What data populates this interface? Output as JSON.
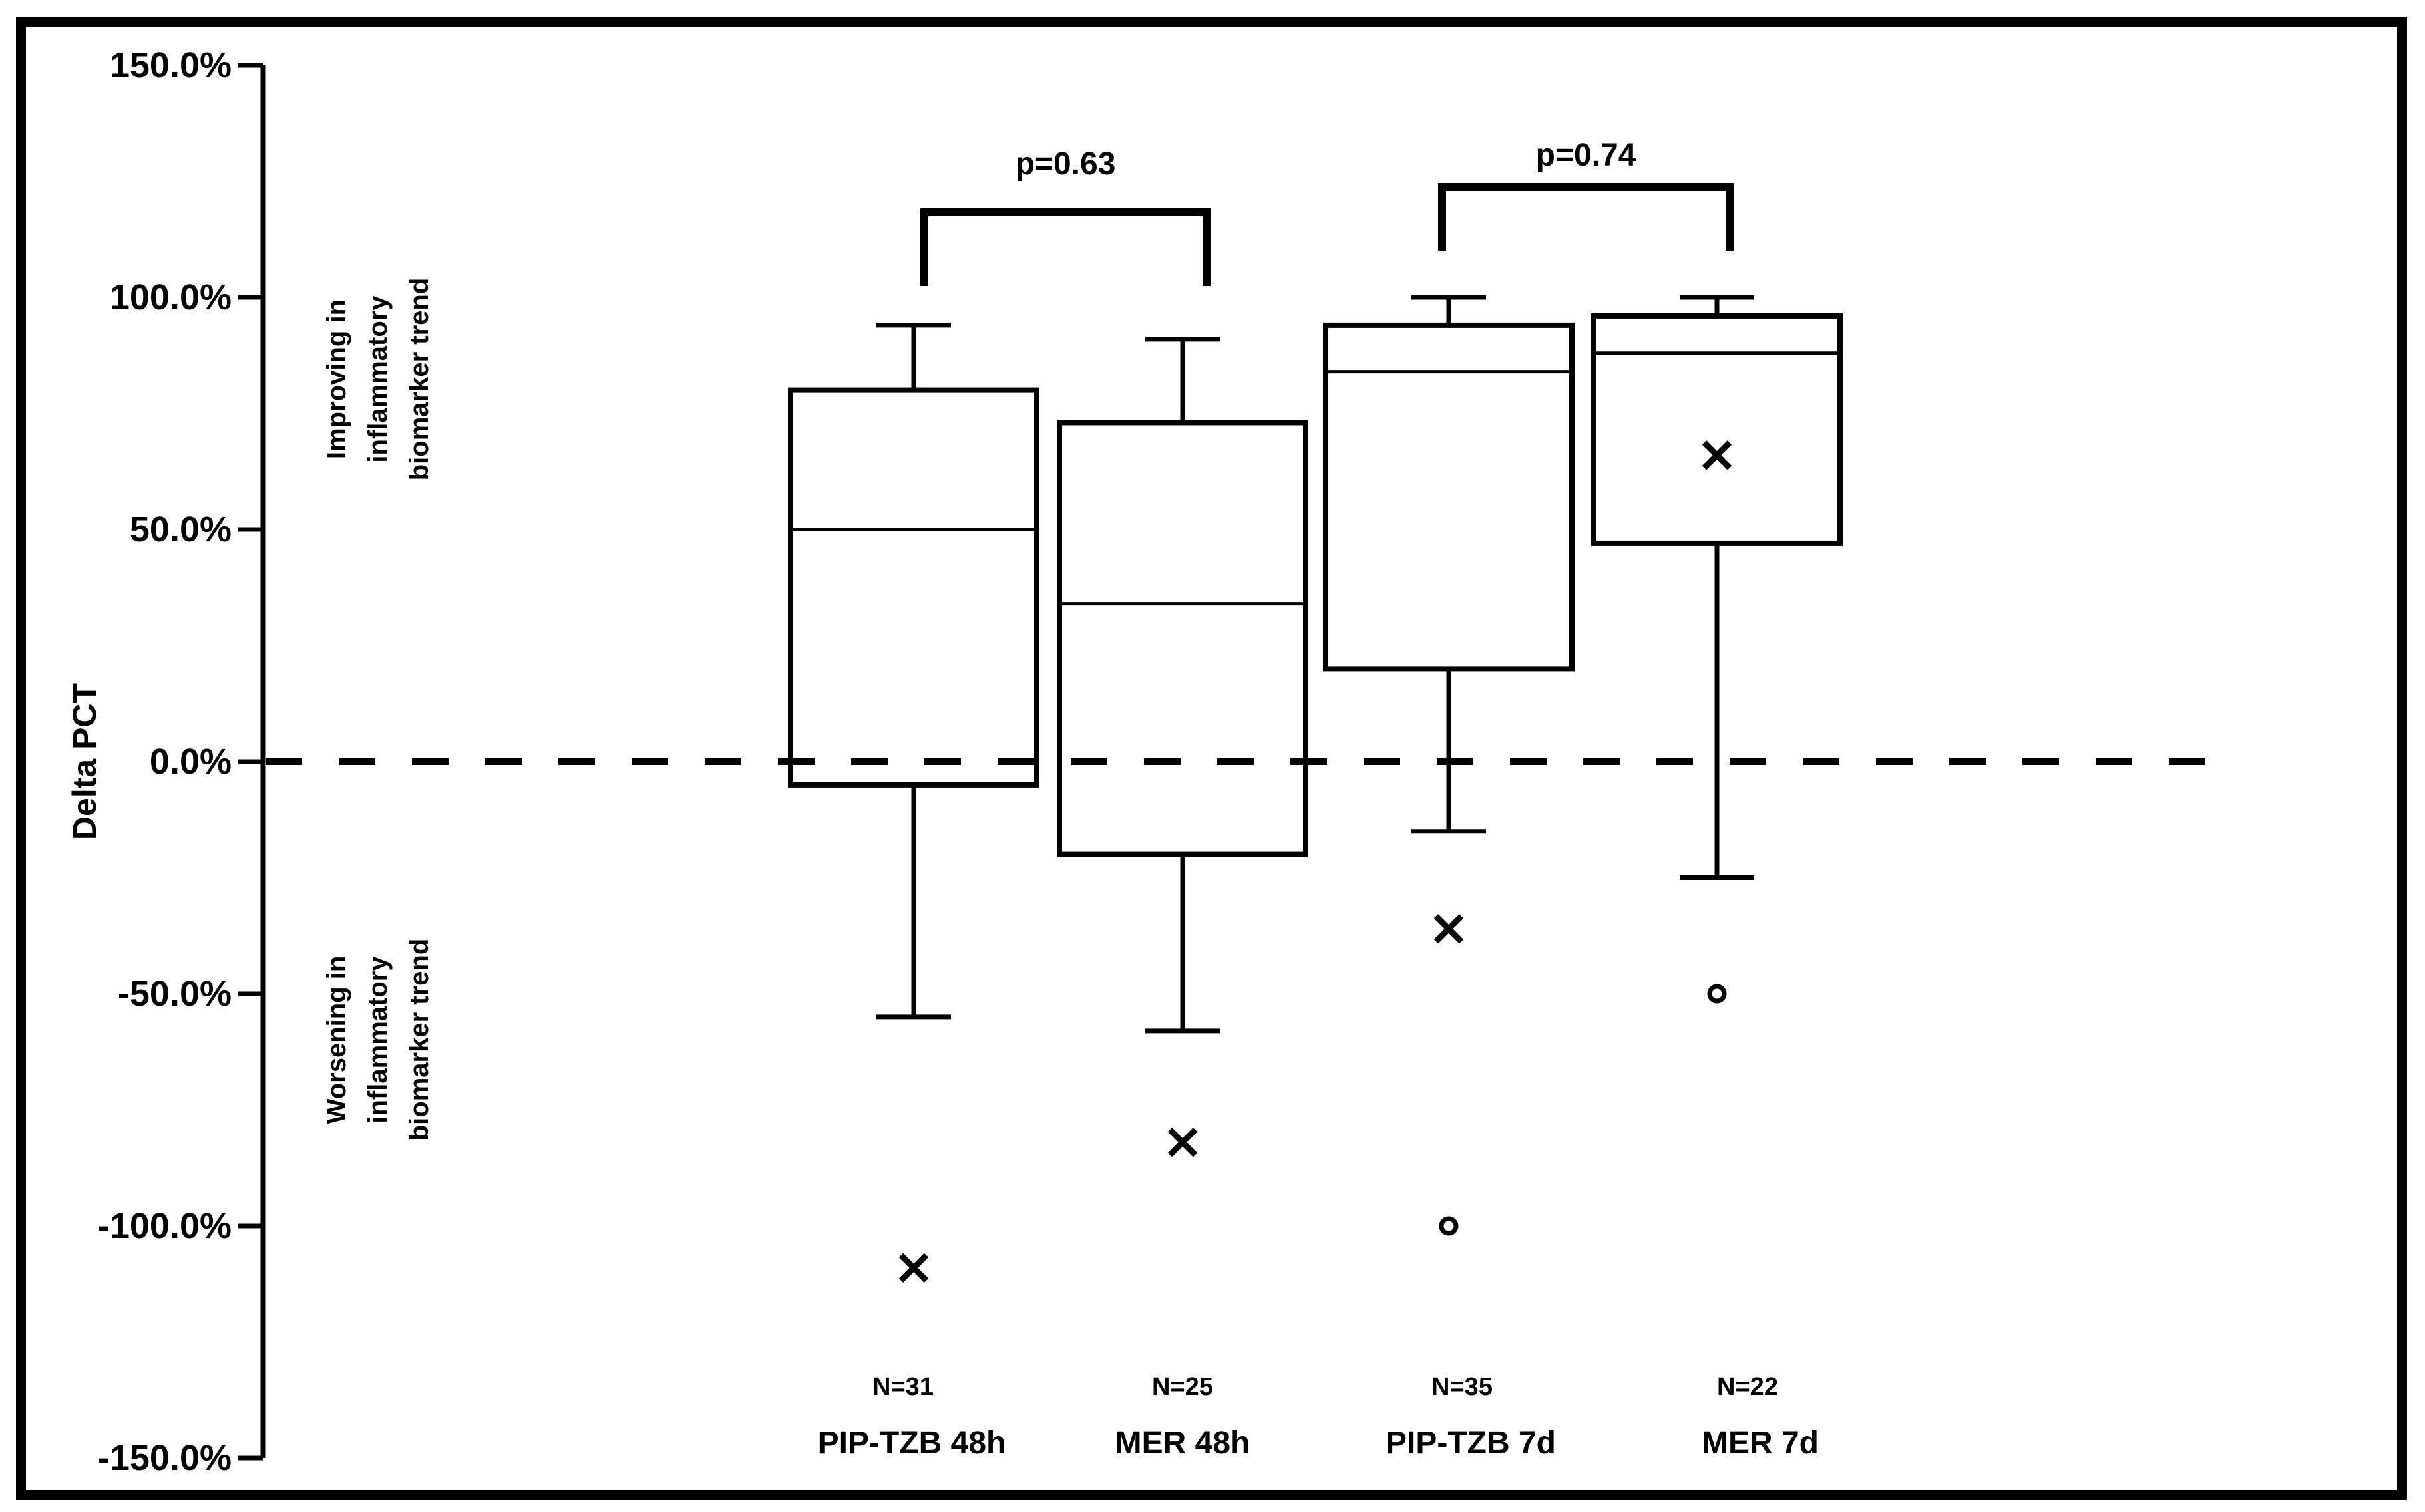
{
  "figure": {
    "background": "#ffffff",
    "ink": "#000000"
  },
  "chart_data": {
    "type": "boxplot",
    "title": "",
    "ylabel": "Delta PCT",
    "grid": "off",
    "legend": "none",
    "y_axis": {
      "min": -150,
      "max": 150,
      "unit": "%",
      "ticks": [
        {
          "value": 150,
          "label": "150.0%"
        },
        {
          "value": 100,
          "label": "100.0%"
        },
        {
          "value": 50,
          "label": "50.0%"
        },
        {
          "value": 0,
          "label": "0.0%"
        },
        {
          "value": -50,
          "label": "-50.0%"
        },
        {
          "value": -100,
          "label": "-100.0%"
        },
        {
          "value": -150,
          "label": "-150.0%"
        }
      ]
    },
    "zero_reference_line": {
      "value": 0,
      "style": "dashed"
    },
    "annotations": {
      "upper_lines": [
        "Improving in",
        "inflammatory",
        "biomarker trend"
      ],
      "lower_lines": [
        "Worsening in",
        "inflammatory",
        "biomarker trend"
      ]
    },
    "categories": [
      {
        "label": "PIP-TZB 48h",
        "n_label": "N=31",
        "whisker_low": -55,
        "q1": -5,
        "median": 50,
        "q3": 80,
        "whisker_high": 94,
        "x_markers": [
          -109
        ],
        "o_markers": []
      },
      {
        "label": "MER 48h",
        "n_label": "N=25",
        "whisker_low": -58,
        "q1": -20,
        "median": 34,
        "q3": 73,
        "whisker_high": 91,
        "x_markers": [
          -82
        ],
        "o_markers": []
      },
      {
        "label": "PIP-TZB 7d",
        "n_label": "N=35",
        "whisker_low": -15,
        "q1": 20,
        "median": 84,
        "q3": 94,
        "whisker_high": 100,
        "x_markers": [
          -36
        ],
        "o_markers": [
          -100
        ]
      },
      {
        "label": "MER 7d",
        "n_label": "N=22",
        "whisker_low": -25,
        "q1": 47,
        "median": 88,
        "q3": 96,
        "whisker_high": 100,
        "x_markers": [
          66
        ],
        "o_markers": [
          -50
        ]
      }
    ],
    "comparisons": [
      {
        "label": "p=0.63",
        "between": [
          "PIP-TZB 48h",
          "MER 48h"
        ]
      },
      {
        "label": "p=0.74",
        "between": [
          "PIP-TZB 7d",
          "MER 7d"
        ]
      }
    ]
  }
}
